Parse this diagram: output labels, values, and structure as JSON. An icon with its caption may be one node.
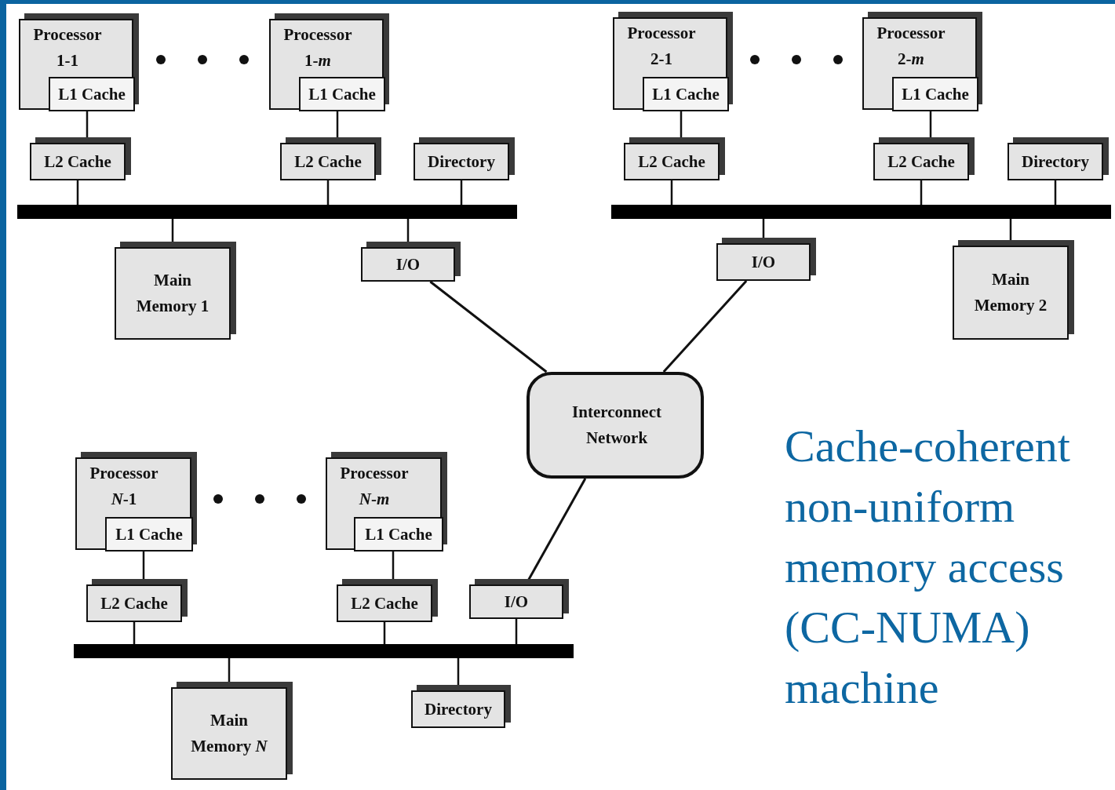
{
  "diagram": {
    "caption": "Cache-coherent non-uniform memory access (CC-NUMA) machine",
    "nodes": [
      {
        "text": [
          "Processor 1-1"
        ]
      },
      {
        "text": [
          "L1 Cache"
        ],
        "in": 0
      },
      {
        "text": [
          "Processor 1-*m*"
        ]
      },
      {
        "text": [
          "L1 Cache"
        ],
        "in": 2
      },
      {
        "text": [
          "Processor 2-1"
        ]
      },
      {
        "text": [
          "L1 Cache"
        ],
        "in": 4
      },
      {
        "text": [
          "Processor 2-*m*"
        ]
      },
      {
        "text": [
          "L1 Cache"
        ],
        "in": 6
      },
      {
        "text": [
          "L2 Cache"
        ]
      },
      {
        "text": [
          "L2 Cache"
        ]
      },
      {
        "text": [
          "Directory"
        ]
      },
      {
        "text": [
          "L2 Cache"
        ]
      },
      {
        "text": [
          "L2 Cache"
        ]
      },
      {
        "text": [
          "Directory"
        ]
      },
      {
        "text": [],
        "shape": "bar"
      },
      {
        "text": [],
        "shape": "bar"
      },
      {
        "text": [
          "Main Memory 1"
        ]
      },
      {
        "text": [
          "I/O"
        ]
      },
      {
        "text": [
          "I/O"
        ]
      },
      {
        "text": [
          "Main Memory 2"
        ]
      },
      {
        "text": [
          "Interconnect Network"
        ]
      },
      {
        "text": [
          "Processor *N*-1"
        ]
      },
      {
        "text": [
          "L1 Cache"
        ],
        "in": 21
      },
      {
        "text": [
          "Processor *N*-*m*"
        ]
      },
      {
        "text": [
          "L1 Cache"
        ],
        "in": 23
      },
      {
        "text": [
          "L2 Cache"
        ]
      },
      {
        "text": [
          "L2 Cache"
        ]
      },
      {
        "text": [
          "I/O"
        ]
      },
      {
        "text": [],
        "shape": "bar"
      },
      {
        "text": [
          "Main Memory *N*"
        ]
      },
      {
        "text": [
          "Directory"
        ]
      }
    ],
    "edges": [
      {
        "from": 1,
        "to": 8,
        "arrow": "none"
      },
      {
        "from": 3,
        "to": 9,
        "arrow": "none"
      },
      {
        "from": 5,
        "to": 11,
        "arrow": "none"
      },
      {
        "from": 7,
        "to": 12,
        "arrow": "none"
      },
      {
        "from": 8,
        "to": 14,
        "arrow": "none"
      },
      {
        "from": 9,
        "to": 14,
        "arrow": "none"
      },
      {
        "from": 10,
        "to": 14,
        "arrow": "none"
      },
      {
        "from": 11,
        "to": 15,
        "arrow": "none"
      },
      {
        "from": 12,
        "to": 15,
        "arrow": "none"
      },
      {
        "from": 13,
        "to": 15,
        "arrow": "none"
      },
      {
        "from": 14,
        "to": 16,
        "arrow": "none"
      },
      {
        "from": 14,
        "to": 17,
        "arrow": "none"
      },
      {
        "from": 15,
        "to": 18,
        "arrow": "none"
      },
      {
        "from": 15,
        "to": 19,
        "arrow": "none"
      },
      {
        "from": 17,
        "to": 20,
        "arrow": "none"
      },
      {
        "from": 18,
        "to": 20,
        "arrow": "none"
      },
      {
        "from": 22,
        "to": 25,
        "arrow": "none"
      },
      {
        "from": 24,
        "to": 26,
        "arrow": "none"
      },
      {
        "from": 25,
        "to": 28,
        "arrow": "none"
      },
      {
        "from": 26,
        "to": 28,
        "arrow": "none"
      },
      {
        "from": 27,
        "to": 28,
        "arrow": "none"
      },
      {
        "from": 28,
        "to": 29,
        "arrow": "none"
      },
      {
        "from": 28,
        "to": 30,
        "arrow": "none"
      },
      {
        "from": 20,
        "to": 27,
        "arrow": "none"
      }
    ]
  }
}
